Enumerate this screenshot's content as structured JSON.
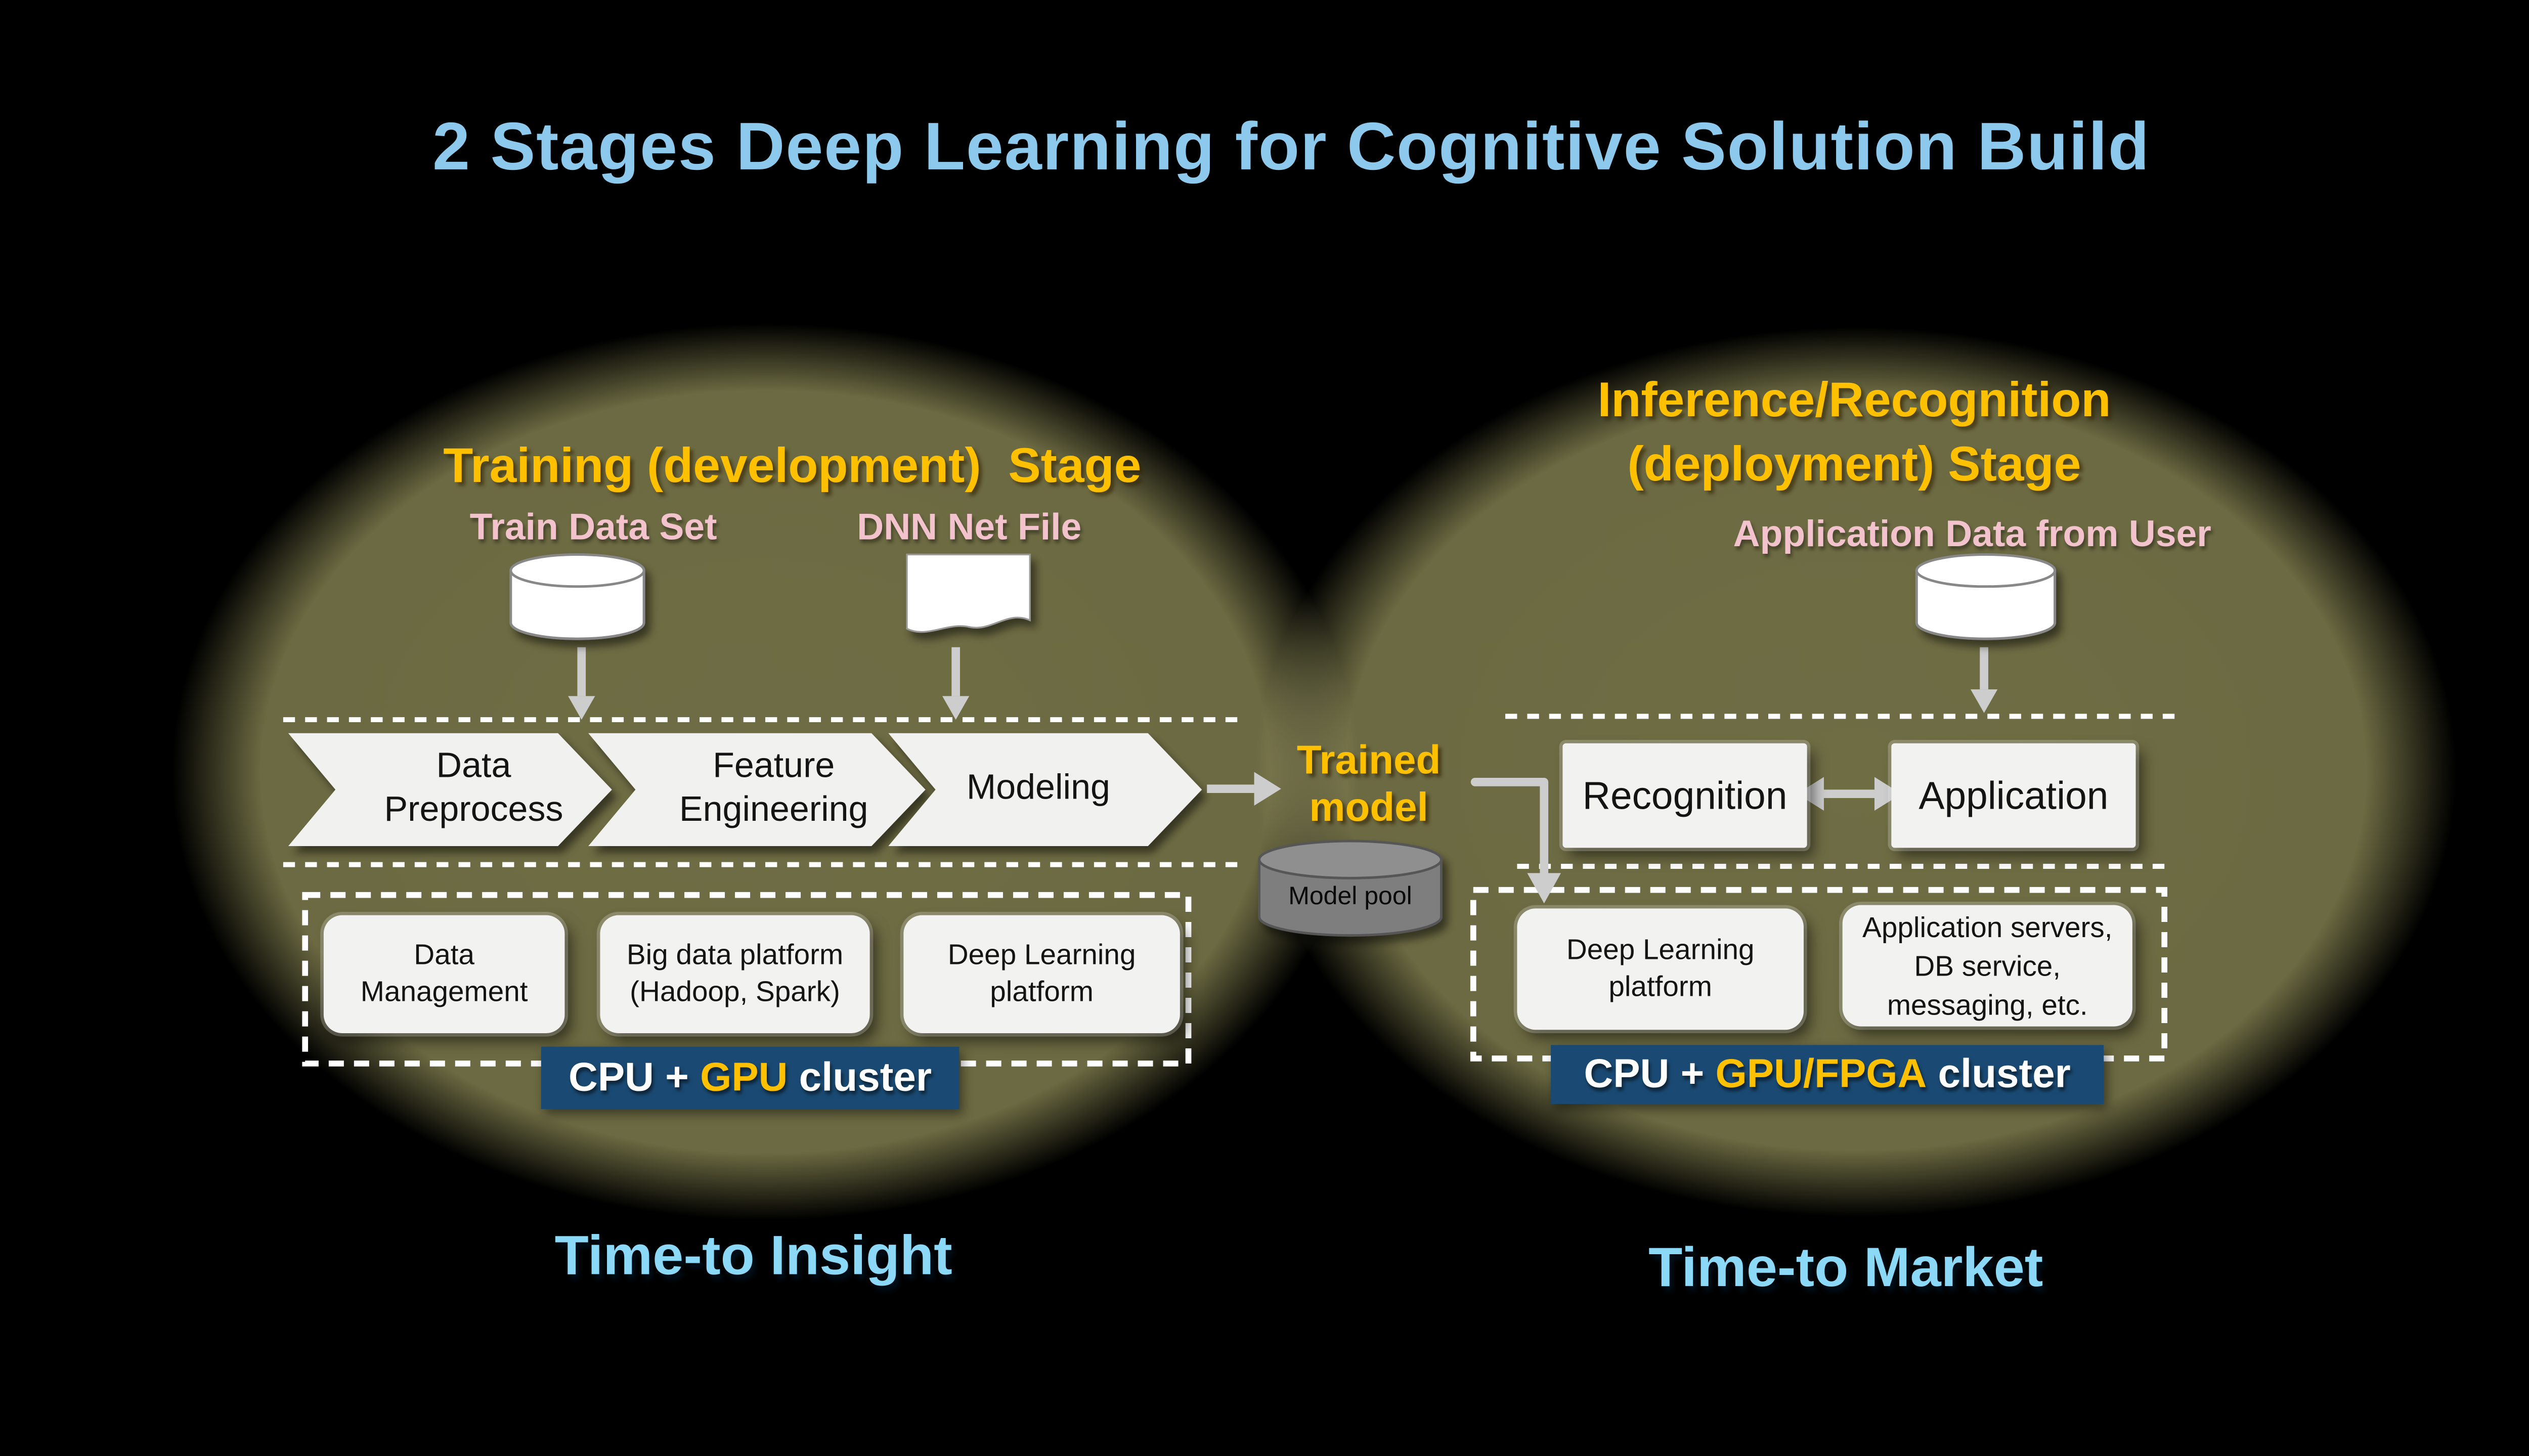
{
  "slide": {
    "title": "2 Stages Deep Learning for Cognitive Solution Build",
    "colors": {
      "gold": "#FFC000",
      "pink": "#F2C3CD",
      "titleBlue": "#8CC9EC",
      "taglineBlue": "#8BD9F7",
      "clusterBg": "#1A4A73",
      "olive": "#6C6A42",
      "boxFill": "#F2F2F0",
      "arrowGray": "#CDCDCD"
    },
    "left_stage": {
      "label": "Training (development)  Stage",
      "inputs": [
        {
          "label": "Train Data Set",
          "icon": "database-icon"
        },
        {
          "label": "DNN Net File",
          "icon": "document-icon"
        }
      ],
      "process_steps": [
        "Data\nPreprocess",
        "Feature\nEngineering",
        "Modeling"
      ],
      "platforms": [
        "Data\nManagement",
        "Big data platform\n(Hadoop, Spark)",
        "Deep Learning\nplatform"
      ],
      "cluster": {
        "prefix": "CPU + ",
        "accent": "GPU",
        "suffix": " cluster"
      },
      "tagline": "Time-to Insight"
    },
    "center": {
      "trained_model": "Trained\nmodel",
      "model_pool": "Model pool"
    },
    "right_stage": {
      "label": "Inference/Recognition\n(deployment) Stage",
      "input": {
        "label": "Application Data from User",
        "icon": "database-icon"
      },
      "flow_boxes": [
        "Recognition",
        "Application"
      ],
      "platforms": [
        "Deep Learning\nplatform",
        "Application servers,\nDB service,\nmessaging, etc."
      ],
      "cluster": {
        "prefix": "CPU + ",
        "accent": "GPU/FPGA",
        "suffix": " cluster"
      },
      "tagline": "Time-to Market"
    }
  }
}
